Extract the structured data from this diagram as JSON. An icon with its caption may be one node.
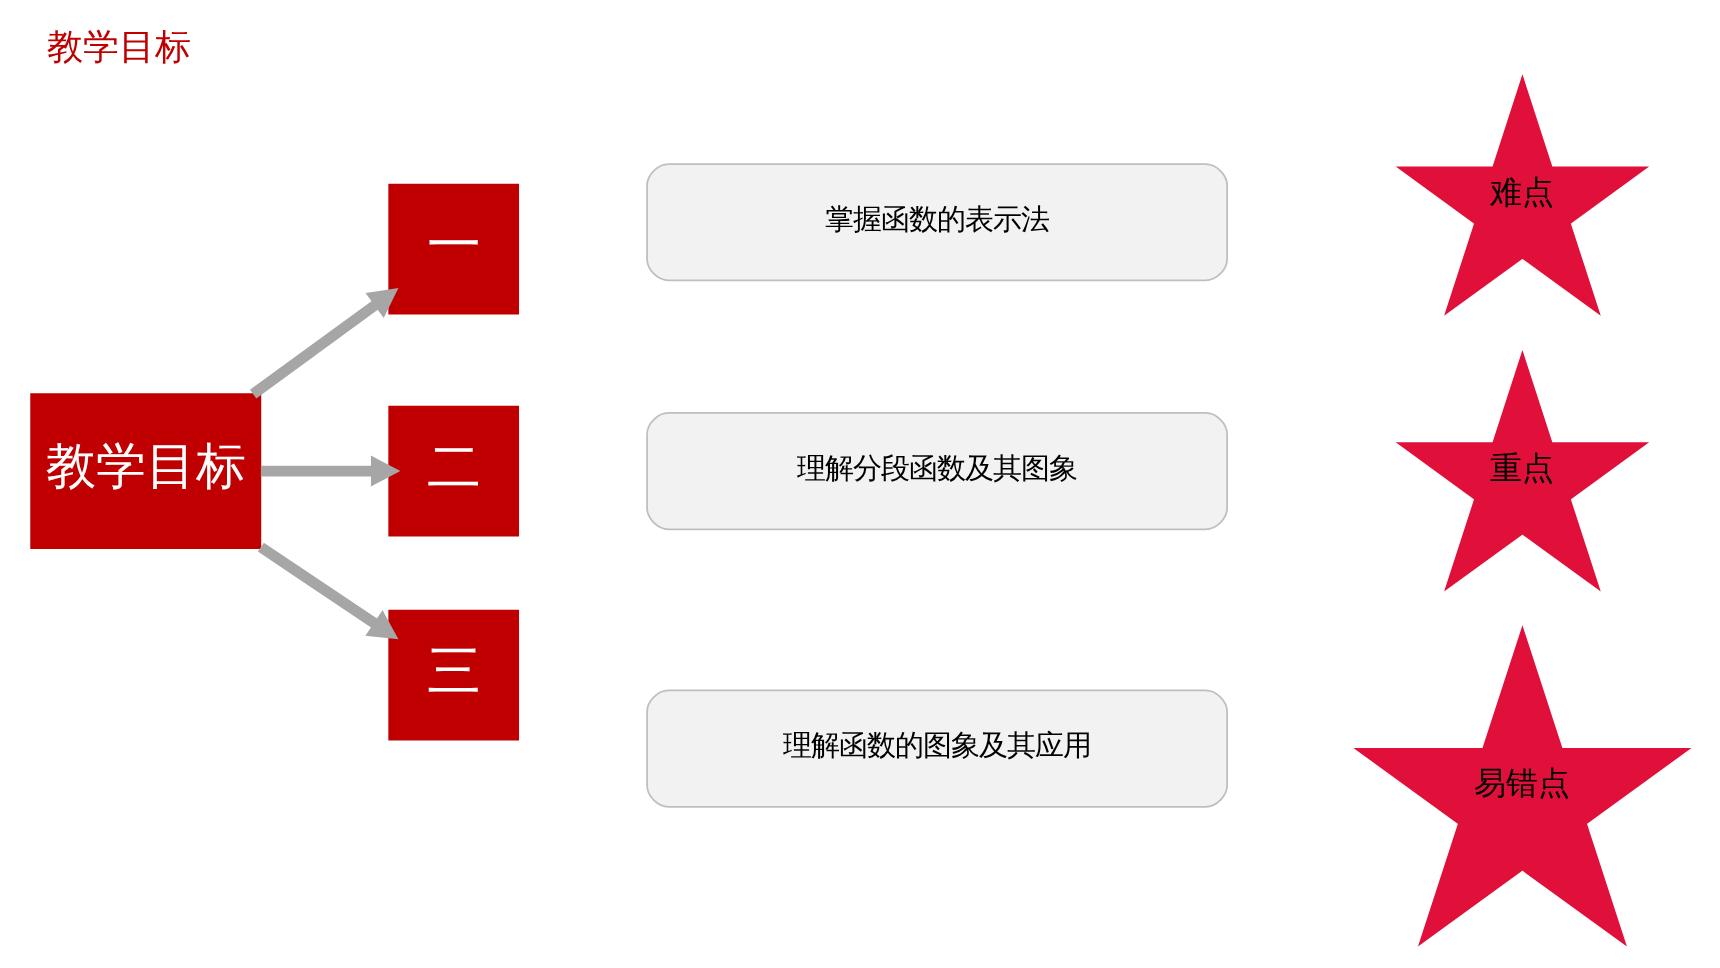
{
  "diagram": {
    "title": "教学目标",
    "nodes": [
      {
        "text": [
          "教学目标"
        ]
      },
      {
        "text": [
          "一"
        ]
      },
      {
        "text": [
          "掌握函数的表示法"
        ]
      },
      {
        "text": [
          "二"
        ]
      },
      {
        "text": [
          "理解分段函数及其图象"
        ]
      },
      {
        "text": [
          "三"
        ]
      },
      {
        "text": [
          "理解函数的图象及其应用"
        ]
      },
      {
        "text": [
          "难点"
        ]
      },
      {
        "text": [
          "重点"
        ]
      },
      {
        "text": [
          "易错点"
        ]
      }
    ],
    "edges": [
      {
        "from": 0,
        "to": 1,
        "arrow": "to"
      },
      {
        "from": 0,
        "to": 3,
        "arrow": "to"
      },
      {
        "from": 0,
        "to": 5,
        "arrow": "to"
      }
    ]
  }
}
